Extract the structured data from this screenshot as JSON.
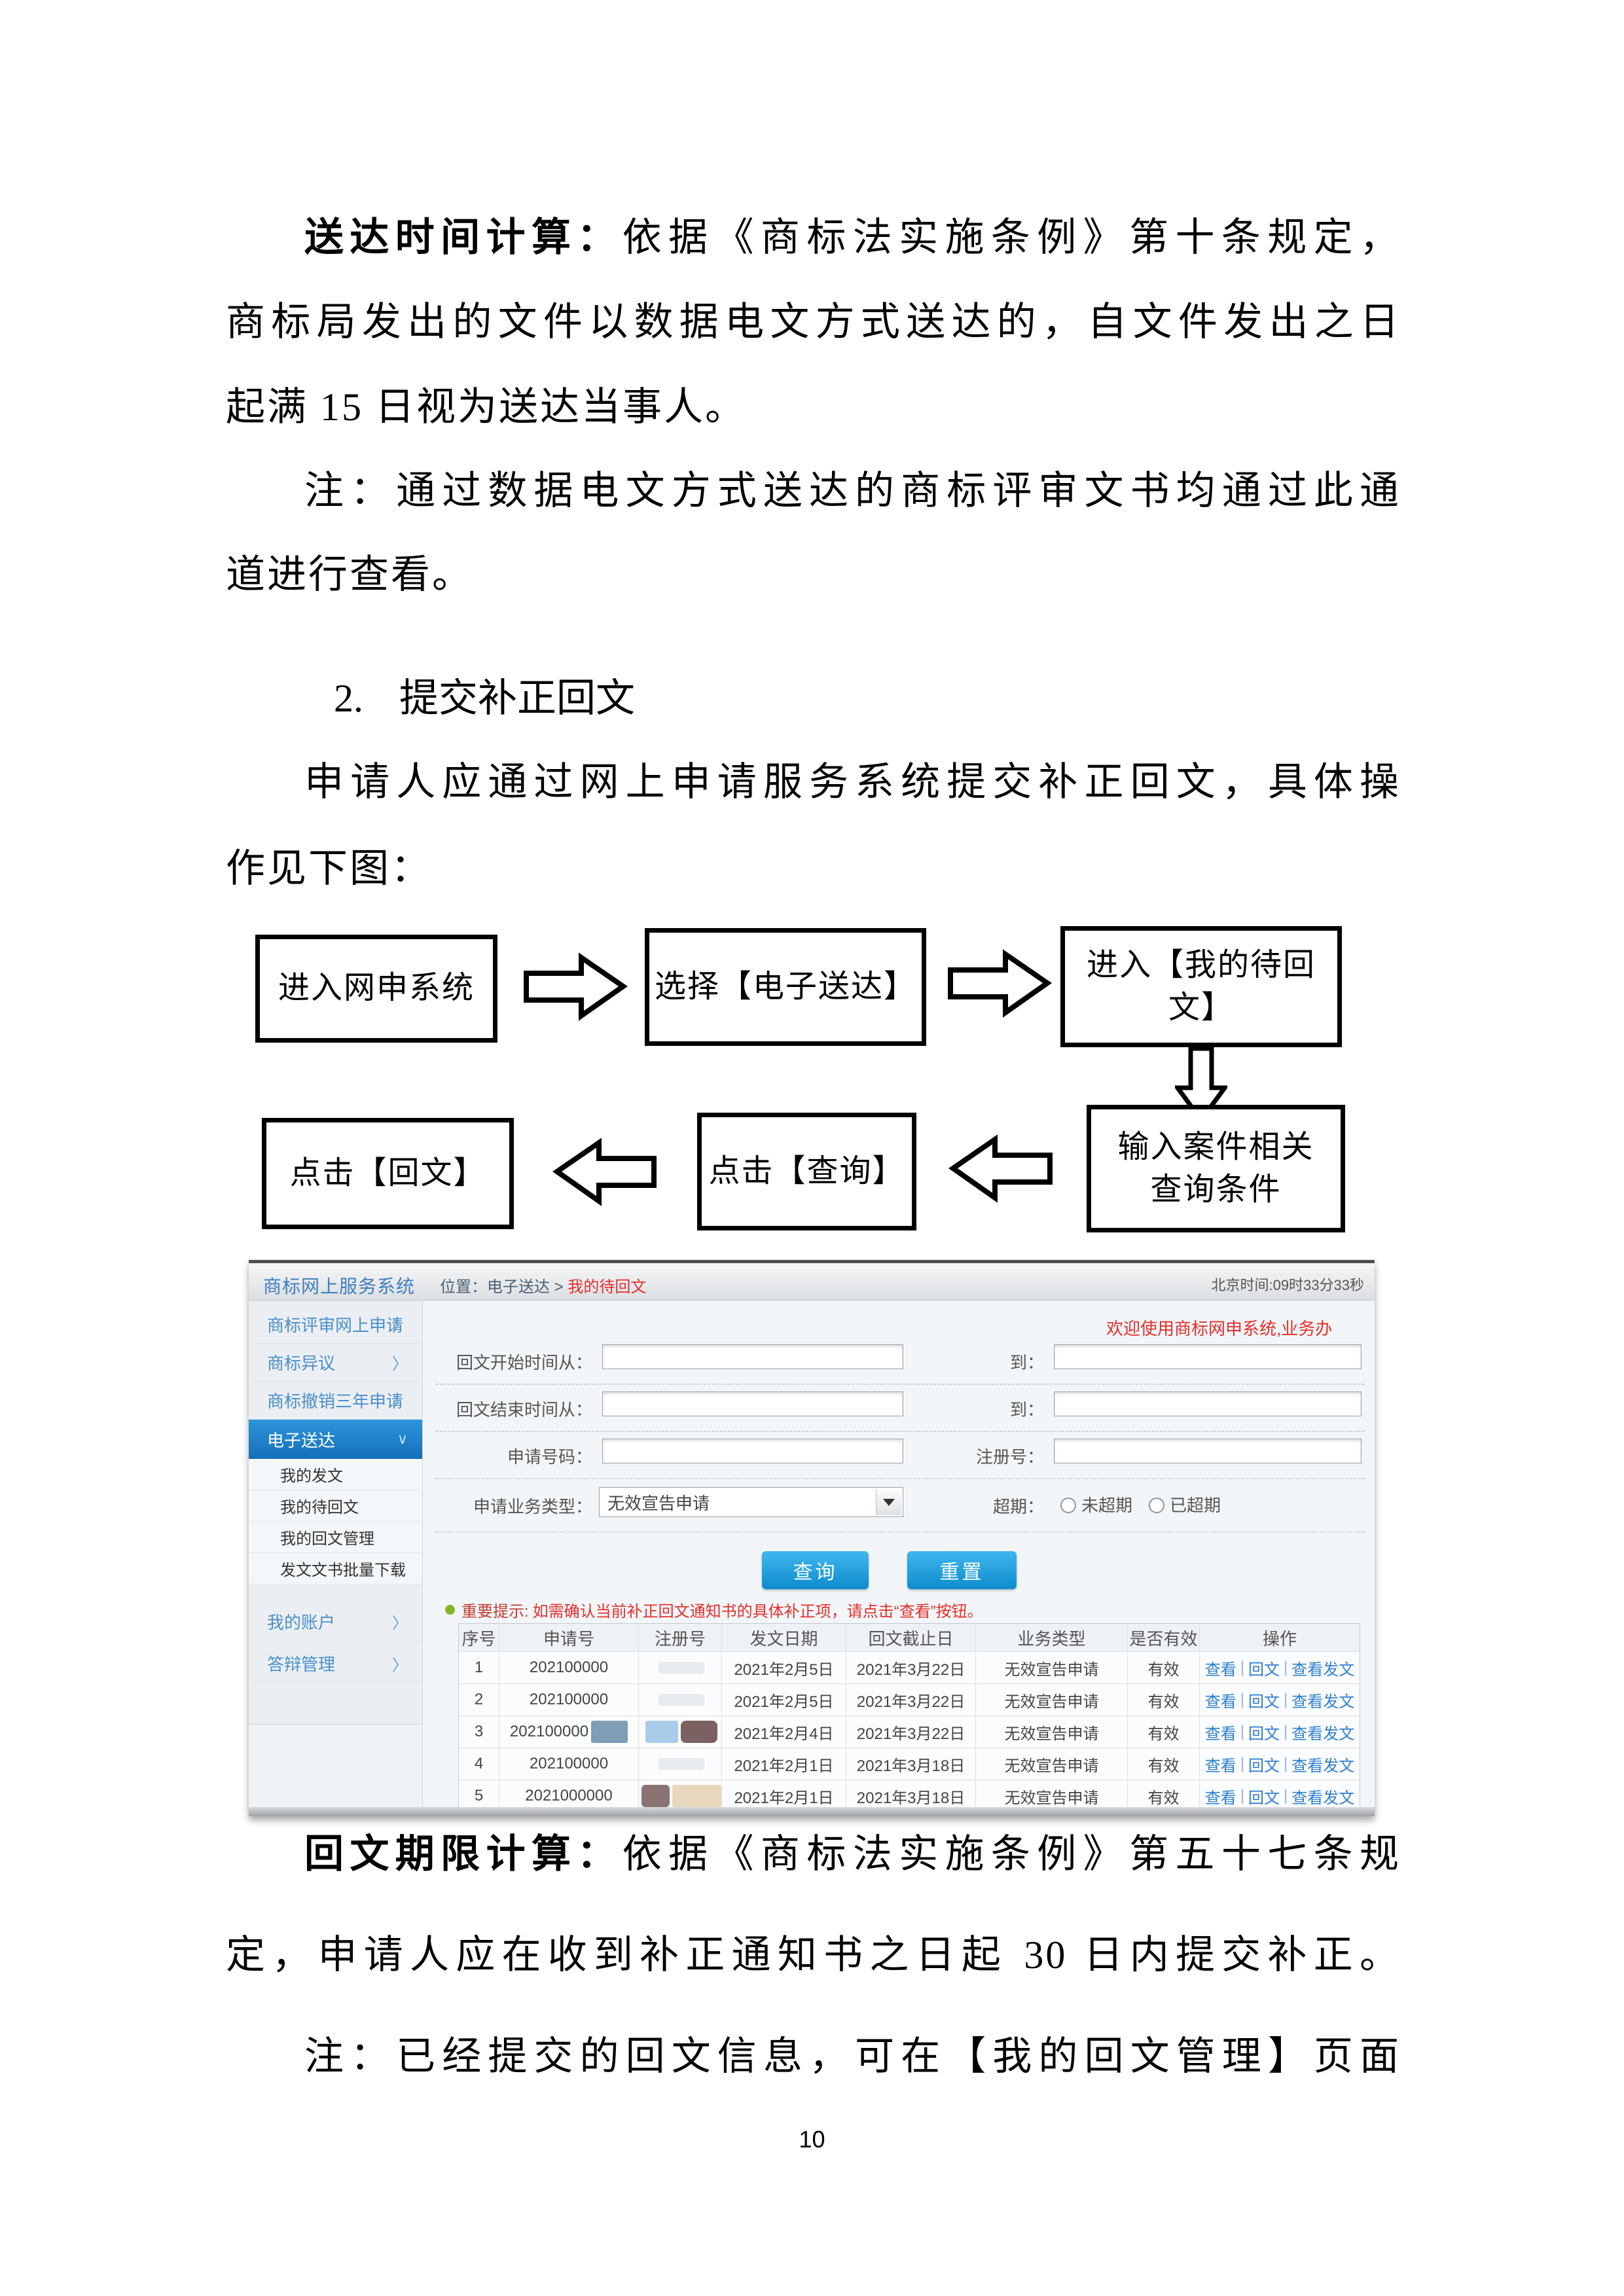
{
  "doc": {
    "p1_bold": "送达时间计算：",
    "p1_l1_rest": "依据《商标法实施条例》第十条规定，",
    "p1_l2": "商标局发出的文件以数据电文方式送达的，自文件发出之日",
    "p1_l3": "起满 15 日视为送达当事人。",
    "p2_l1": "注：通过数据电文方式送达的商标评审文书均通过此通",
    "p2_l2": "道进行查看。",
    "h_num": "2.",
    "h_text": "提交补正回文",
    "p3_l1": "申请人应通过网上申请服务系统提交补正回文，具体操",
    "p3_l2": "作见下图：",
    "p4_bold": "回文期限计算：",
    "p4_l1_rest": "依据《商标法实施条例》第五十七条规",
    "p4_l2": "定，申请人应在收到补正通知书之日起 30 日内提交补正。",
    "p5_l1": "注：已经提交的回文信息，可在【我的回文管理】页面",
    "page_number": "10"
  },
  "flowchart": {
    "box1": "进入网申系统",
    "box2": "选择【电子送达】",
    "box3": "进入【我的待回文】",
    "box4": "点击【回文】",
    "box5": "点击【查询】",
    "box6_line1": "输入案件相关",
    "box6_line2": "查询条件"
  },
  "screenshot": {
    "app_title": "商标网上服务系统",
    "breadcrumb_prefix": "位置：电子送达 >",
    "breadcrumb_current": "我的待回文",
    "beijing_time": "北京时间:09时33分33秒",
    "welcome_marquee": "欢迎使用商标网申系统,业务办",
    "chevron": "〉",
    "chevron_down": "∨",
    "sidebar": [
      {
        "label": "商标评审网上申请"
      },
      {
        "label": "商标异议"
      },
      {
        "label": "商标撤销三年申请"
      },
      {
        "label": "电子送达"
      },
      {
        "label": "我的发文"
      },
      {
        "label": "我的待回文"
      },
      {
        "label": "我的回文管理"
      },
      {
        "label": "发文文书批量下载"
      },
      {
        "label": "我的账户"
      },
      {
        "label": "答辩管理"
      }
    ],
    "form": {
      "row1_label": "回文开始时间从：",
      "row1_to": "到：",
      "row2_label": "回文结束时间从：",
      "row2_to": "到：",
      "row3_label": "申请号码：",
      "row3b_label": "注册号：",
      "row4_label": "申请业务类型：",
      "row4_selected": "无效宣告申请",
      "overdue_label": "超期：",
      "overdue_opt1": "未超期",
      "overdue_opt2": "已超期"
    },
    "buttons": {
      "query": "查询",
      "reset": "重置"
    },
    "notice": {
      "prefix": "重要提示:",
      "text": "如需确认当前补正回文通知书的具体补正项，请点击“查看”按钮。"
    },
    "table": {
      "headers": [
        "序号",
        "申请号",
        "注册号",
        "发文日期",
        "回文截止日",
        "业务类型",
        "是否有效",
        "操作"
      ],
      "actions": [
        "查看",
        "回文",
        "查看发文"
      ],
      "actions_sep": "|",
      "rows": [
        {
          "no": "1",
          "app": "202100000",
          "reg": "",
          "issue": "2021年2月5日",
          "deadline": "2021年3月22日",
          "type": "无效宣告申请",
          "valid": "有效"
        },
        {
          "no": "2",
          "app": "202100000",
          "reg": "",
          "issue": "2021年2月5日",
          "deadline": "2021年3月22日",
          "type": "无效宣告申请",
          "valid": "有效"
        },
        {
          "no": "3",
          "app": "202100000",
          "reg": "",
          "issue": "2021年2月4日",
          "deadline": "2021年3月22日",
          "type": "无效宣告申请",
          "valid": "有效"
        },
        {
          "no": "4",
          "app": "202100000",
          "reg": "",
          "issue": "2021年2月1日",
          "deadline": "2021年3月18日",
          "type": "无效宣告申请",
          "valid": "有效"
        },
        {
          "no": "5",
          "app": "2021000000",
          "reg": "",
          "issue": "2021年2月1日",
          "deadline": "2021年3月18日",
          "type": "无效宣告申请",
          "valid": "有效"
        }
      ]
    },
    "colors": {
      "accent_blue": "#1b9fe0",
      "sidebar_active_blue": "#1f85d5",
      "link_blue": "#2f7fd0",
      "alert_red": "#e42f2a",
      "notice_dot_green": "#86b52a"
    }
  }
}
